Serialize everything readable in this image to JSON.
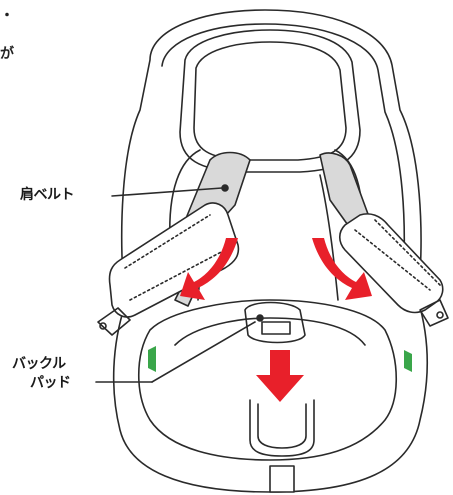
{
  "labels": {
    "shoulder_belt": "肩ベルト",
    "buckle_pad_line1": "バックル",
    "buckle_pad_line2": "パッド"
  },
  "cropped_text": {
    "line1": "・",
    "line2": "が"
  },
  "colors": {
    "arrow": "#e8202a",
    "outline": "#2a2a2a",
    "belt_fill": "#d9d9d9",
    "green_tab": "#3aa64a",
    "background": "#ffffff"
  },
  "icons": {
    "arrow_left": "curved-down-arrow-icon",
    "arrow_right": "curved-down-arrow-icon",
    "arrow_down": "down-arrow-icon"
  }
}
